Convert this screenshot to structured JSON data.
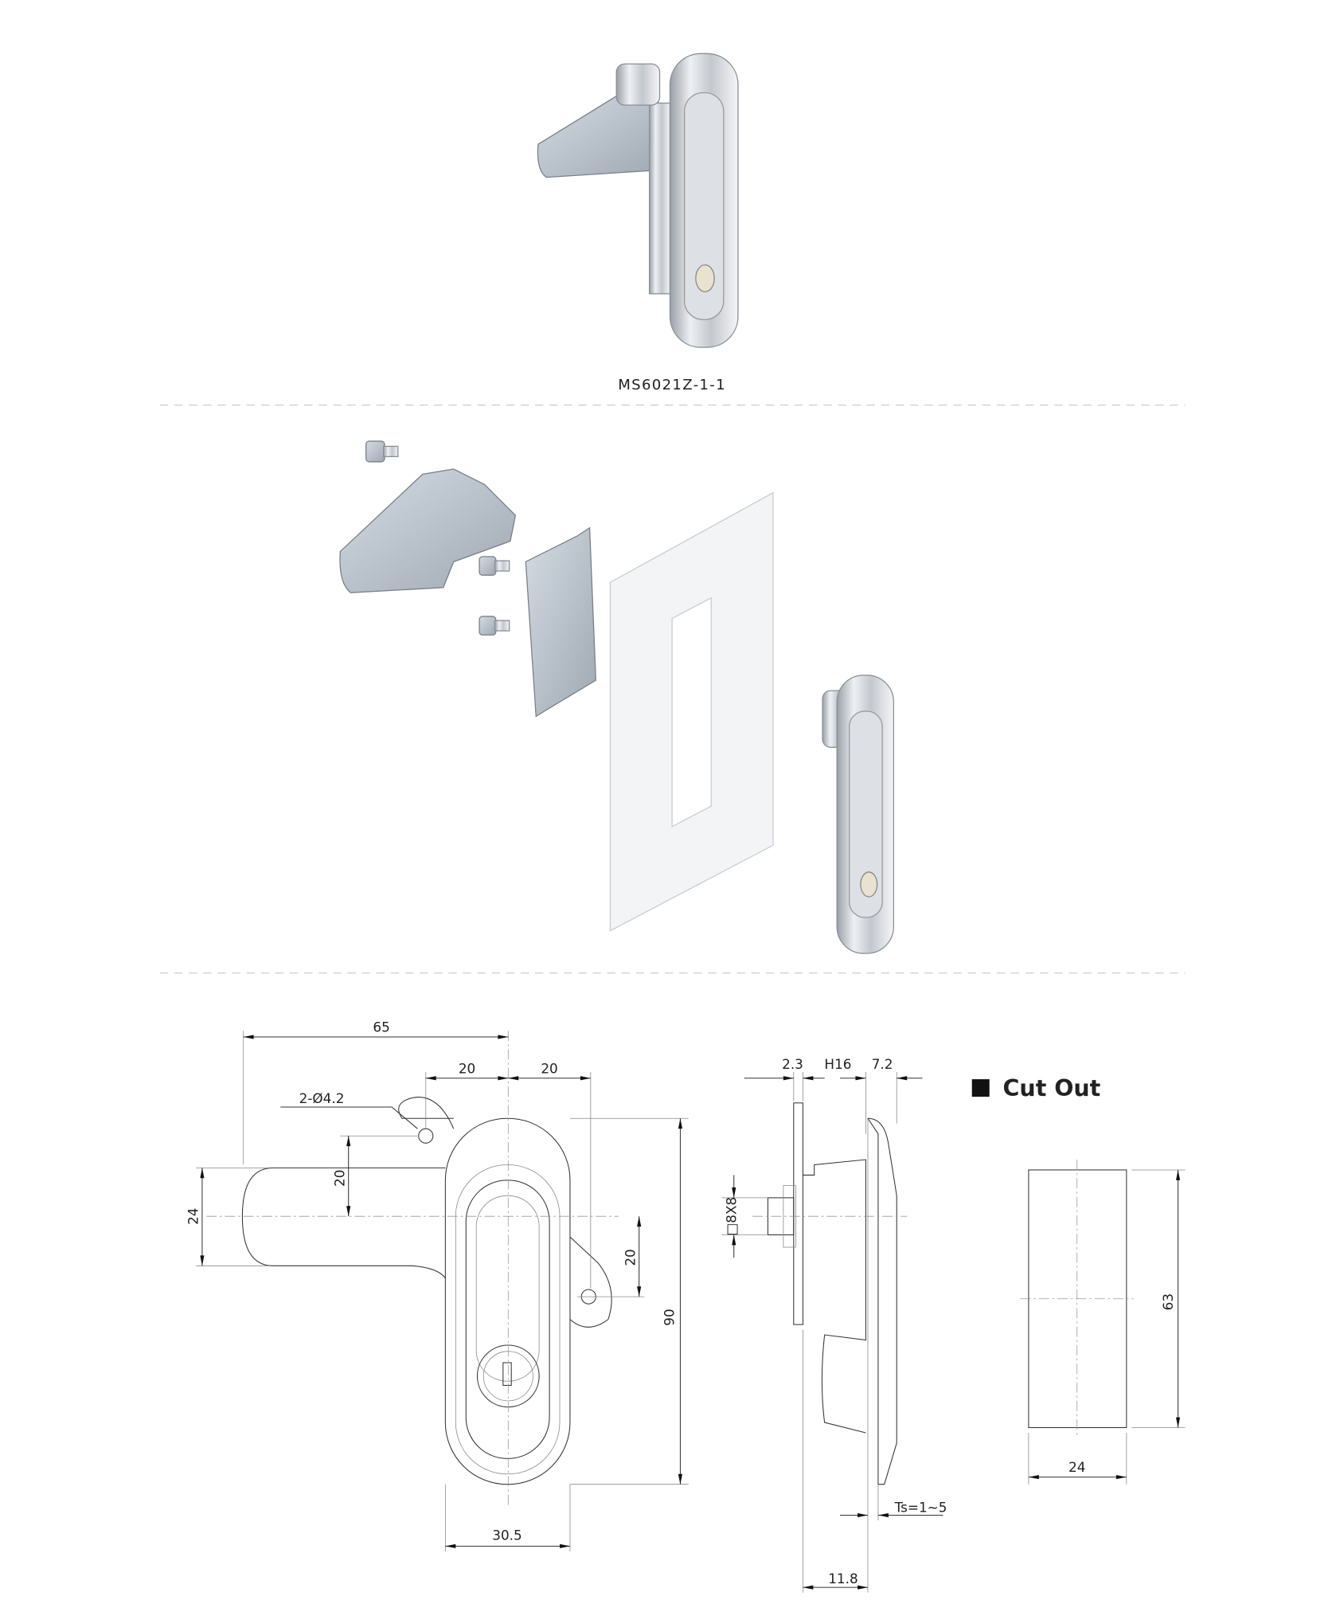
{
  "product": {
    "model": "MS6021Z-1-1"
  },
  "drawing": {
    "front": {
      "overall_width": "65",
      "hole_spacing_left": "20",
      "hole_spacing_right": "20",
      "hole_spec": "2-Ø4.2",
      "lever_width": "24",
      "hole_offset_left": "20",
      "hole_offset_right": "20",
      "height": "90",
      "body_width": "30.5"
    },
    "side": {
      "plate_thickness": "2.3",
      "h_dim": "H16",
      "head_depth": "7.2",
      "square_shaft": "□8X8",
      "panel_thickness": "Ts=1~5",
      "depth": "11.8"
    },
    "cutout": {
      "title": "Cut Out",
      "height": "63",
      "width": "24"
    }
  }
}
